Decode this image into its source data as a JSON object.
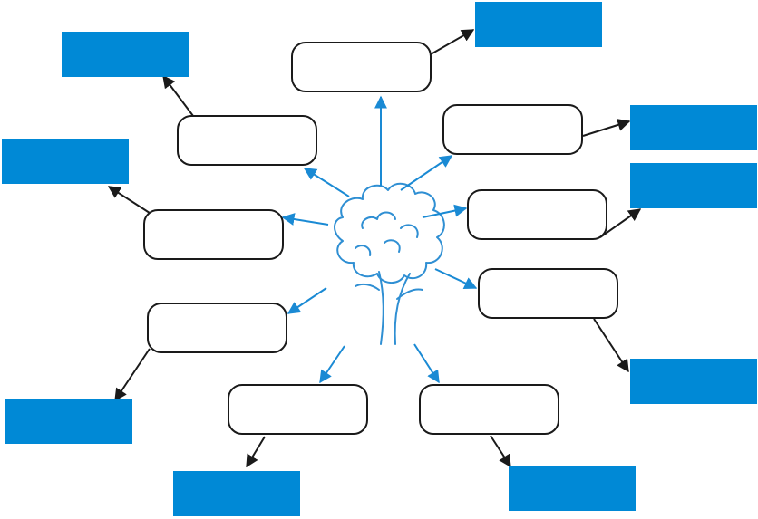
{
  "colors": {
    "blue_box": "#0089d6",
    "box_border": "#1a1a1a",
    "tree_stroke": "#2f8fd3",
    "blue_arrow": "#1a8ad4",
    "black_arrow": "#1a1a1a",
    "background": "#ffffff"
  },
  "center": {
    "icon": "tree-icon"
  },
  "rounded_boxes": [
    {
      "id": "top",
      "text": ""
    },
    {
      "id": "upper-left",
      "text": ""
    },
    {
      "id": "upper-right",
      "text": ""
    },
    {
      "id": "mid-left",
      "text": ""
    },
    {
      "id": "mid-right",
      "text": ""
    },
    {
      "id": "lower-right",
      "text": ""
    },
    {
      "id": "low-left",
      "text": ""
    },
    {
      "id": "bottom-left",
      "text": ""
    },
    {
      "id": "bottom-right",
      "text": ""
    }
  ],
  "blue_boxes": [
    {
      "id": "top-right",
      "text": ""
    },
    {
      "id": "top-left",
      "text": ""
    },
    {
      "id": "left",
      "text": ""
    },
    {
      "id": "right-upper",
      "text": ""
    },
    {
      "id": "right-middle",
      "text": ""
    },
    {
      "id": "right-lower",
      "text": ""
    },
    {
      "id": "bottom-left-corner",
      "text": ""
    },
    {
      "id": "bottom-center-left",
      "text": ""
    },
    {
      "id": "bottom-center-right",
      "text": ""
    }
  ]
}
